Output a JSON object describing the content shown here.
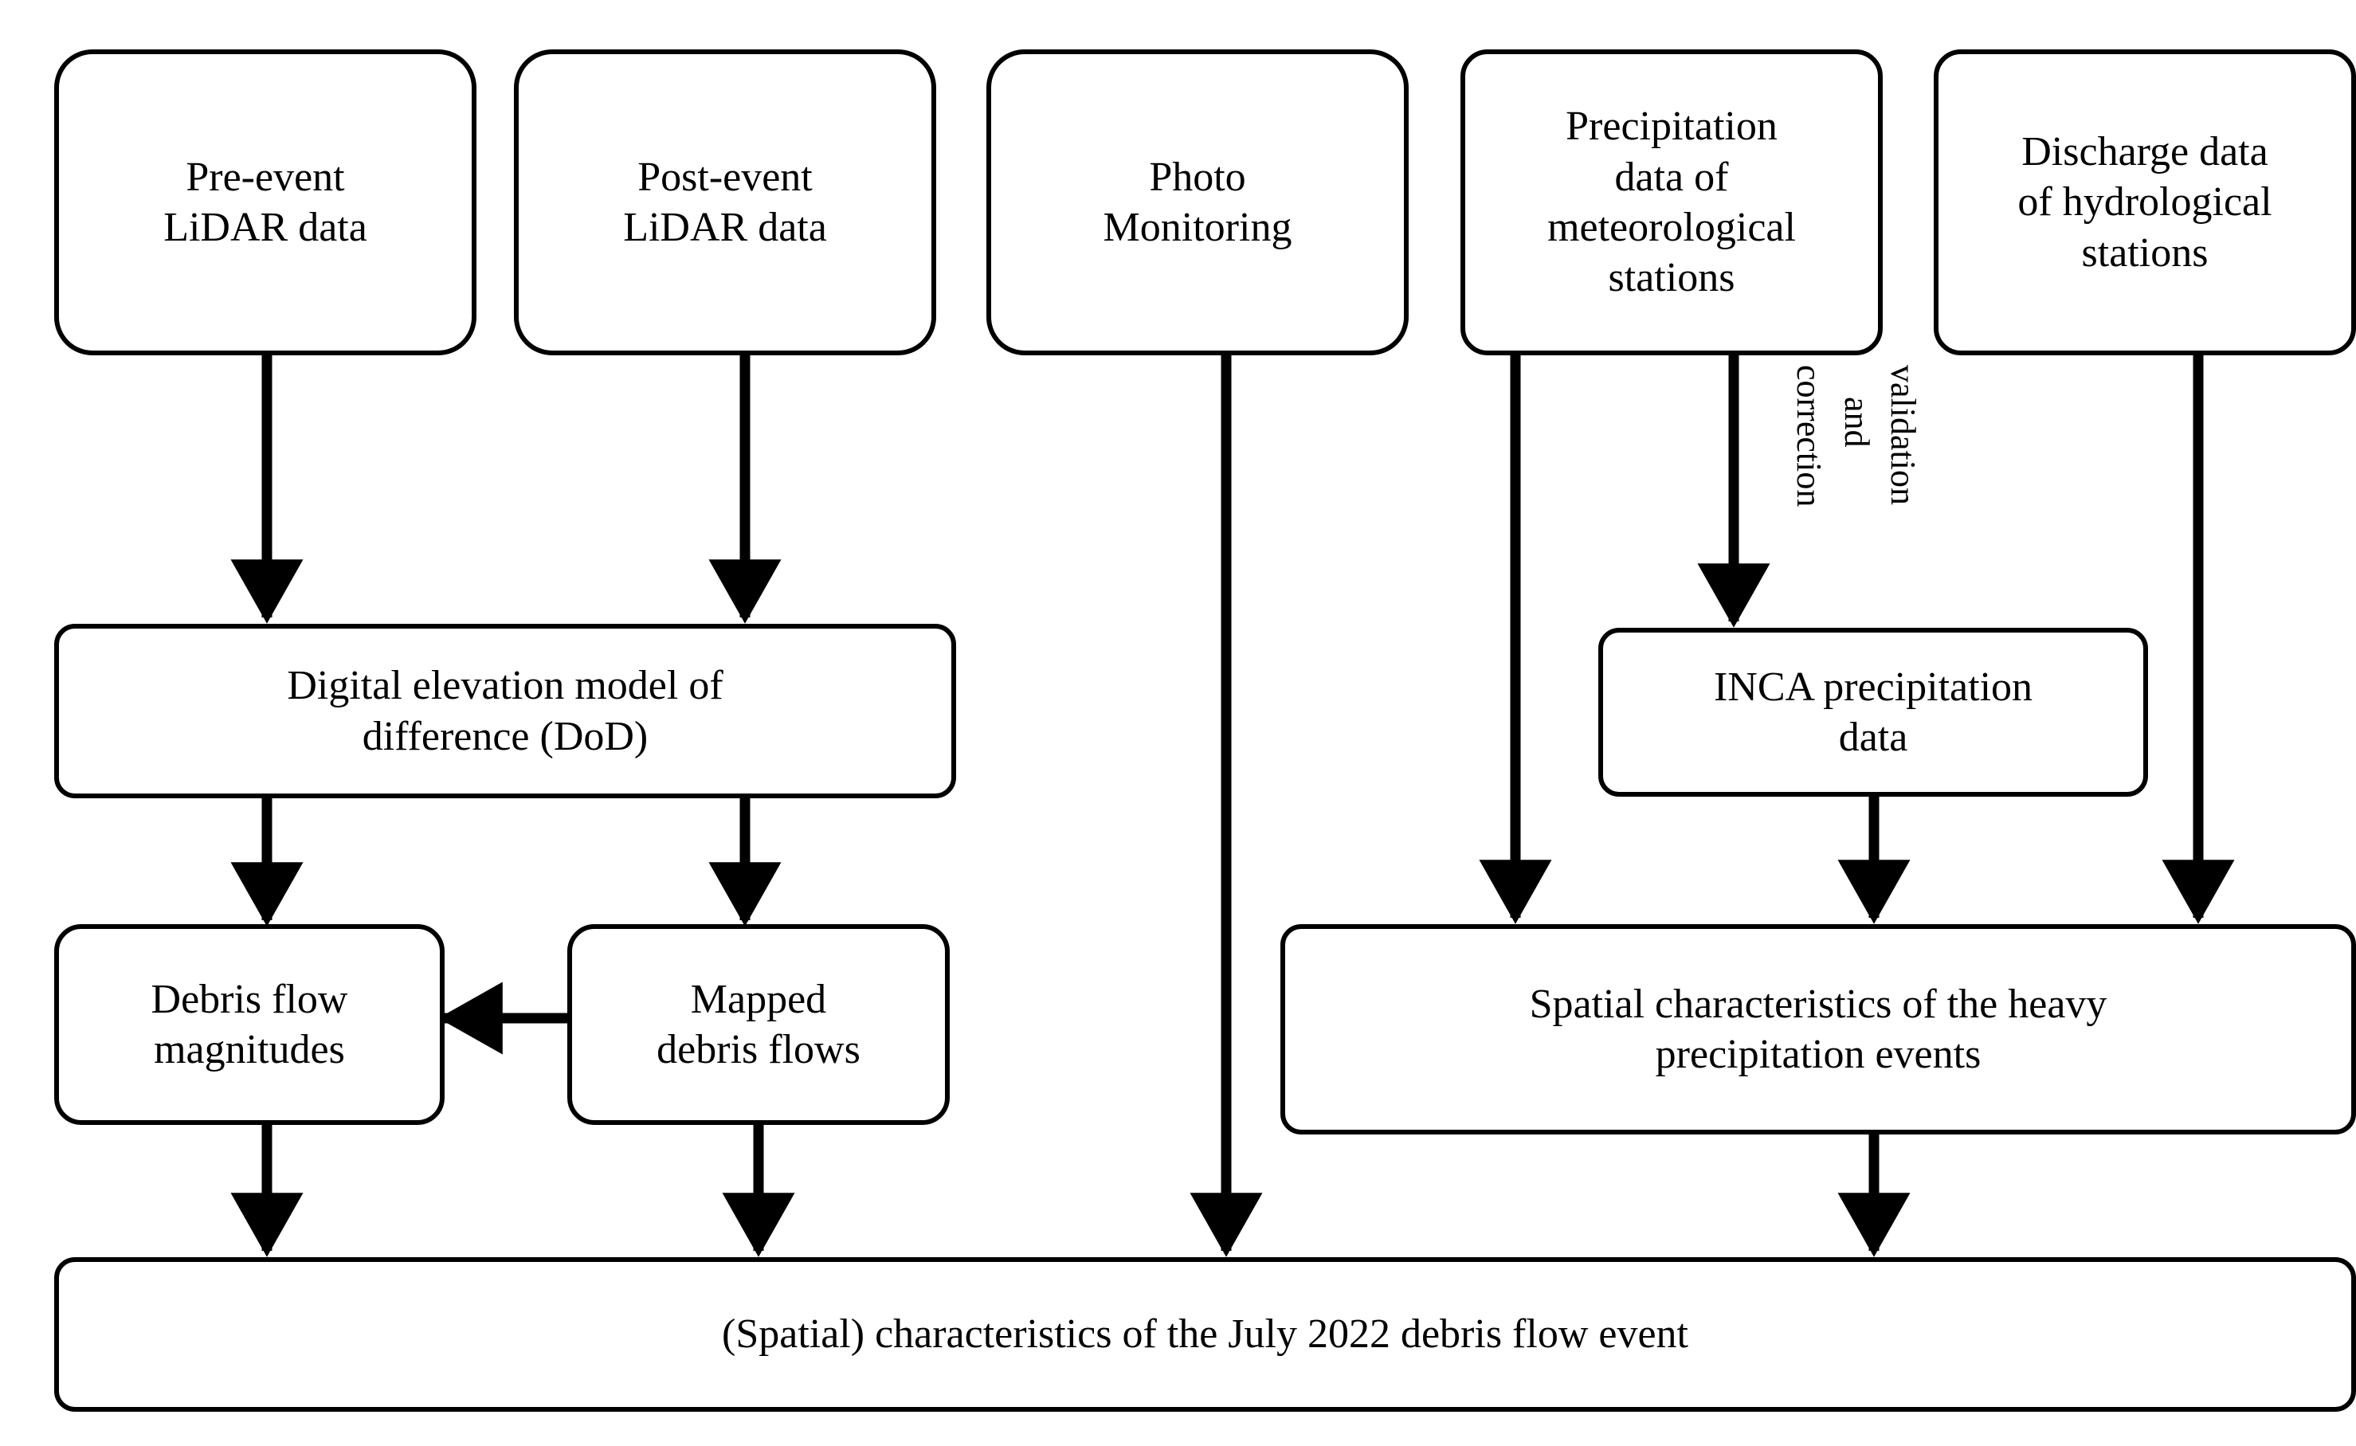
{
  "diagram": {
    "type": "flowchart",
    "title_text_present": false,
    "background_color": "#ffffff",
    "line_color": "#000000",
    "nodes": [
      {
        "id": "pre_lidar",
        "label": "Pre-event\nLiDAR data",
        "font_size": 52
      },
      {
        "id": "post_lidar",
        "label": "Post-event\nLiDAR data",
        "font_size": 52
      },
      {
        "id": "photo",
        "label": "Photo\nMonitoring",
        "font_size": 52
      },
      {
        "id": "precip",
        "label": "Precipitation\ndata of\nmeteorological\nstations",
        "font_size": 52
      },
      {
        "id": "discharge",
        "label": "Discharge data\nof hydrological\nstations",
        "font_size": 52
      },
      {
        "id": "dod",
        "label": "Digital elevation model of\ndifference (DoD)",
        "font_size": 52
      },
      {
        "id": "inca",
        "label": "INCA precipitation\ndata",
        "font_size": 52
      },
      {
        "id": "magnitudes",
        "label": "Debris flow\nmagnitudes",
        "font_size": 52
      },
      {
        "id": "mapped",
        "label": "Mapped\ndebris flows",
        "font_size": 52
      },
      {
        "id": "spatial",
        "label": "Spatial characteristics of the heavy\nprecipitation events",
        "font_size": 52
      },
      {
        "id": "final",
        "label": "(Spatial) characteristics of the July 2022 debris flow event",
        "font_size": 52
      }
    ],
    "edge_labels": [
      {
        "id": "correction_label",
        "text": "validation\nand\ncorrection",
        "lines": [
          "validation",
          "and",
          "correction"
        ],
        "rotation_deg": 90,
        "font_size": 44
      }
    ],
    "edges": [
      {
        "from": "pre_lidar",
        "to": "dod",
        "kind": "arrow-down"
      },
      {
        "from": "post_lidar",
        "to": "dod",
        "kind": "arrow-down"
      },
      {
        "from": "dod",
        "to": "magnitudes",
        "kind": "arrow-down"
      },
      {
        "from": "dod",
        "to": "mapped",
        "kind": "arrow-down"
      },
      {
        "from": "mapped",
        "to": "magnitudes",
        "kind": "arrow-left"
      },
      {
        "from": "magnitudes",
        "to": "final",
        "kind": "arrow-down"
      },
      {
        "from": "mapped",
        "to": "final",
        "kind": "arrow-down"
      },
      {
        "from": "photo",
        "to": "final",
        "kind": "arrow-down"
      },
      {
        "from": "precip",
        "to": "spatial",
        "kind": "arrow-down"
      },
      {
        "from": "precip",
        "to": "inca",
        "kind": "arrow-down",
        "label": "validation and correction"
      },
      {
        "from": "inca",
        "to": "spatial",
        "kind": "arrow-down"
      },
      {
        "from": "discharge",
        "to": "spatial",
        "kind": "arrow-down"
      },
      {
        "from": "spatial",
        "to": "final",
        "kind": "arrow-down"
      }
    ]
  }
}
